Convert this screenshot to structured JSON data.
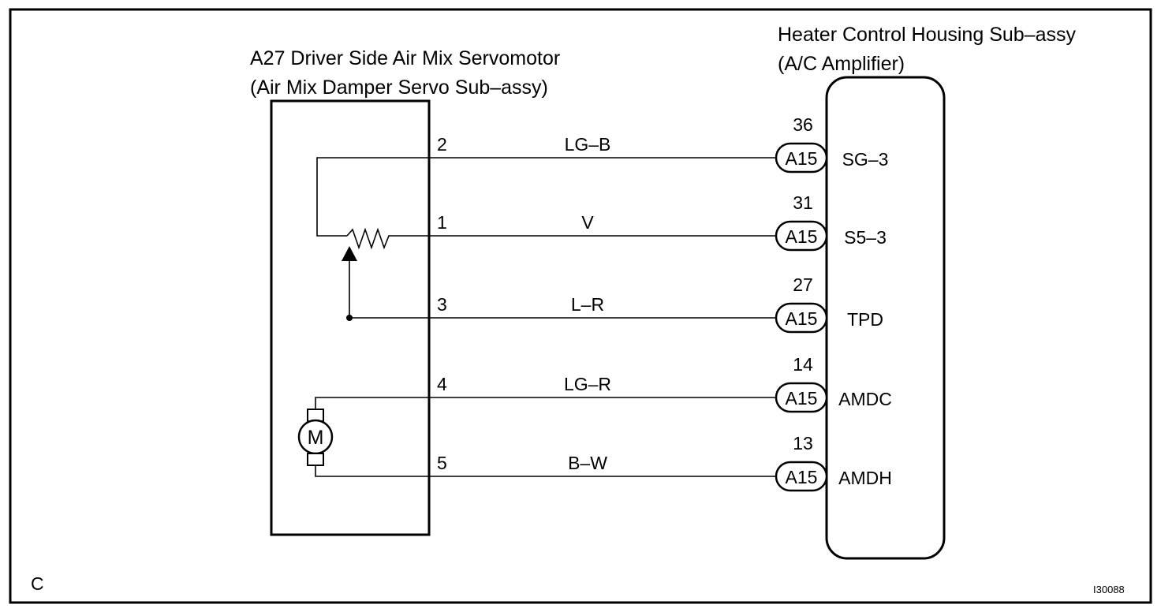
{
  "corner_label": "C",
  "figure_id": "I30088",
  "servomotor": {
    "title_line1": "A27 Driver Side Air Mix Servomotor",
    "title_line2": "(Air Mix Damper Servo Sub–assy)",
    "motor_symbol": "M"
  },
  "amplifier": {
    "title_line1": "Heater Control Housing Sub–assy",
    "title_line2": "(A/C Amplifier)"
  },
  "connections": [
    {
      "servo_pin": "2",
      "wire_color": "LG–B",
      "connector": "A15",
      "amp_pin": "36",
      "signal": "SG–3"
    },
    {
      "servo_pin": "1",
      "wire_color": "V",
      "connector": "A15",
      "amp_pin": "31",
      "signal": "S5–3"
    },
    {
      "servo_pin": "3",
      "wire_color": "L–R",
      "connector": "A15",
      "amp_pin": "27",
      "signal": "TPD"
    },
    {
      "servo_pin": "4",
      "wire_color": "LG–R",
      "connector": "A15",
      "amp_pin": "14",
      "signal": "AMDC"
    },
    {
      "servo_pin": "5",
      "wire_color": "B–W",
      "connector": "A15",
      "amp_pin": "13",
      "signal": "AMDH"
    }
  ]
}
